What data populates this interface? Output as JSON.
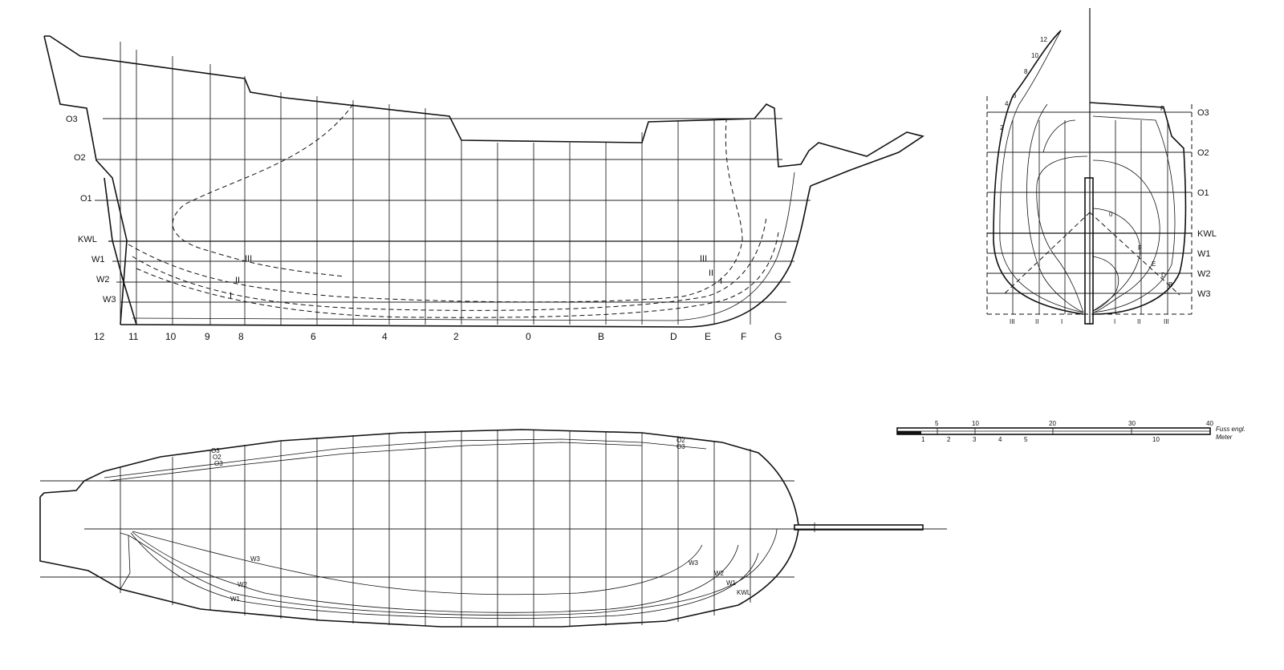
{
  "profile": {
    "waterlines": [
      "O3",
      "O2",
      "O1",
      "KWL",
      "W1",
      "W2",
      "W3"
    ],
    "stations": [
      "12",
      "11",
      "10",
      "9",
      "8",
      "6",
      "4",
      "2",
      "0",
      "B",
      "D",
      "E",
      "F",
      "G"
    ],
    "diagonals": [
      "I",
      "II",
      "III"
    ]
  },
  "body_plan": {
    "waterlines": [
      "O3",
      "O2",
      "O1",
      "KWL",
      "W1",
      "W2",
      "W3"
    ],
    "aft_sections": [
      "12",
      "10",
      "8",
      "6",
      "4",
      "2",
      "0"
    ],
    "fore_sections": [
      "F",
      "E",
      "D",
      "B"
    ],
    "diagonals_left": [
      "III",
      "II",
      "I"
    ],
    "diagonals_right": [
      "I",
      "II",
      "III"
    ]
  },
  "half_breadth": {
    "deck_lines_aft": [
      "O3",
      "O2",
      "O3"
    ],
    "deck_lines_fore": [
      "O2",
      "O3"
    ],
    "waterlines_aft": [
      "W3",
      "W2",
      "W1"
    ],
    "waterlines_fore": [
      "W3",
      "W2",
      "W1",
      "KWL"
    ]
  },
  "scale": {
    "feet_label": "Fuss engl.",
    "meter_label": "Meter",
    "feet_ticks": [
      "5",
      "10",
      "20",
      "30",
      "40"
    ],
    "meter_ticks": [
      "1",
      "2",
      "3",
      "4",
      "5",
      "10"
    ]
  }
}
